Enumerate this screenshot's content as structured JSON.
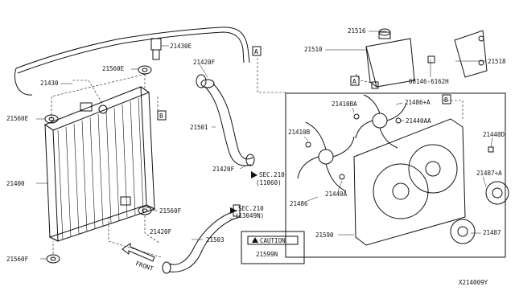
{
  "labels": {
    "p21516": "21516",
    "p21510": "21510",
    "p21518": "21518",
    "p08146": "08146-6162H",
    "p21430E": "21430E",
    "p21560E_top": "21560E",
    "p21420F_top": "21420F",
    "p21430": "21430",
    "p21560E_left": "21560E",
    "p21400": "21400",
    "p21501": "21501",
    "p21420F_mid": "21420F",
    "sec210_a": "SEC.210",
    "sec210_a_ref": "(11060)",
    "sec210_b": "SEC.210",
    "sec210_b_ref": "(13049N)",
    "p21420F_low": "21420F",
    "p21503": "21503",
    "p21560F_mid": "21560F",
    "p21560F_bot": "21560F",
    "caution": "CAUTION",
    "p21599N": "21599N",
    "p21410BA": "21410BA",
    "p21486A": "21486+A",
    "p21440AA": "21440AA",
    "p21410B": "21410B",
    "p21440D": "21440D",
    "p21487A": "21487+A",
    "p21486": "21486",
    "p21440A": "21440A",
    "p21590": "21590",
    "p21487": "21487",
    "front": "FRONT",
    "diagram_id": "X214009Y"
  },
  "refs": {
    "a": "A",
    "b": "B"
  }
}
